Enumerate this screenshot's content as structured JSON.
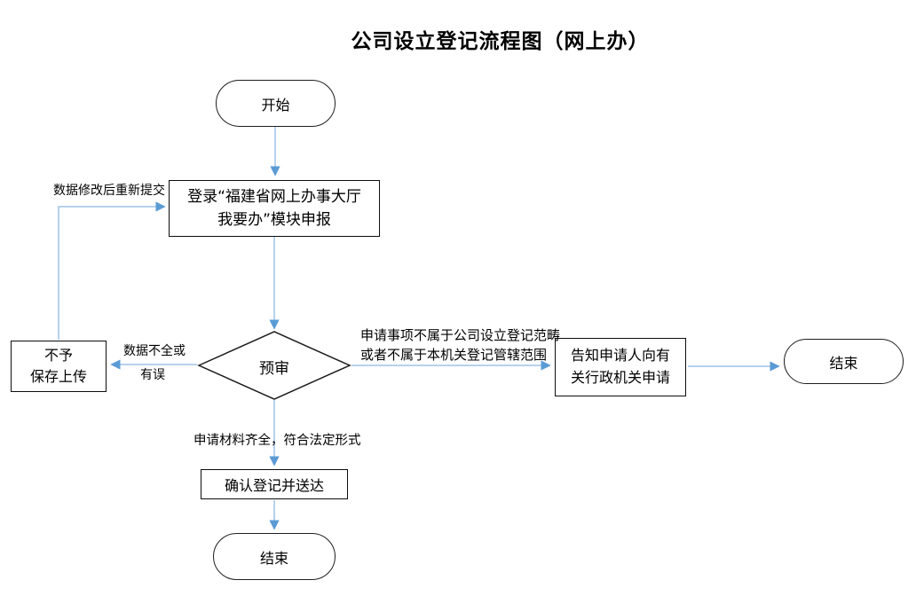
{
  "title": "公司设立登记流程图（网上办）",
  "nodes": {
    "start": {
      "label": "开始"
    },
    "login": {
      "line1": "登录“福建省网上办事大厅",
      "line2": "我要办”模块申报"
    },
    "review": {
      "label": "预审"
    },
    "reject": {
      "line1": "不予",
      "line2": "保存上传"
    },
    "inform": {
      "line1": "告知申请人向有",
      "line2": "关行政机关申请"
    },
    "end_right": {
      "label": "结束"
    },
    "confirm": {
      "label": "确认登记并送达"
    },
    "end_bottom": {
      "label": "结束"
    }
  },
  "edge_labels": {
    "resubmit": "数据修改后重新提交",
    "incomplete_line1": "数据不全或",
    "incomplete_line2": "有误",
    "out_of_scope_line1": "申请事项不属于公司设立登记范畴",
    "out_of_scope_line2": "或者不属于本机关登记管辖范围",
    "complete": "申请材料齐全，符合法定形式"
  },
  "colors": {
    "connector": "#9dc3e6",
    "arrowhead": "#5b9bd5",
    "shape_border": "#1a1a1a",
    "text": "#000000",
    "background": "#ffffff"
  }
}
